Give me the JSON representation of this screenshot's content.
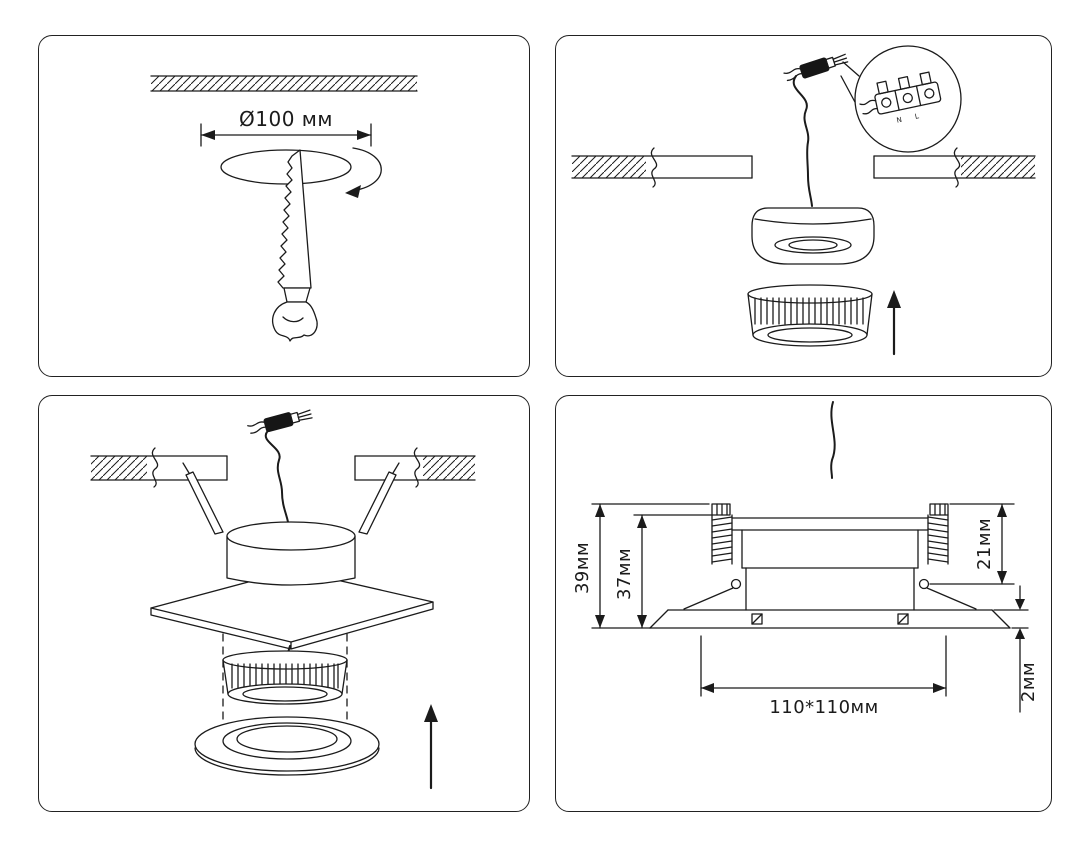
{
  "colors": {
    "ink": "#1b1b1b",
    "leader_red": "#d0342c"
  },
  "panels": {
    "step1": {
      "hole_diameter": "Ø100 мм"
    },
    "step2": {
      "terminal_n": "N",
      "terminal_l": "L"
    },
    "step4": {
      "height_total": "39мм",
      "height_without_trim": "37мм",
      "recess_height": "21мм",
      "trim_thickness": "2мм",
      "cutout_size": "110*110мм"
    }
  }
}
